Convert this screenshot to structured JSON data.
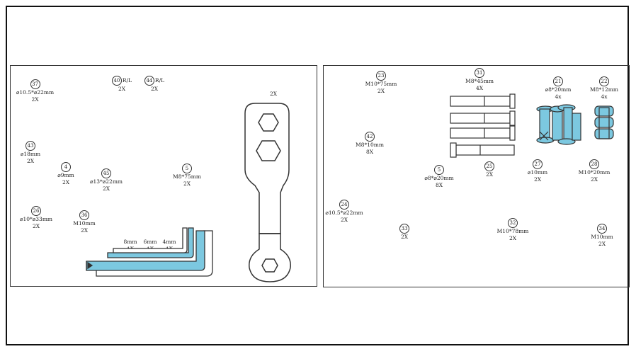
{
  "colors": {
    "highlight": "#7cc8e0",
    "line": "#333333"
  },
  "left_panel": {
    "parts": [
      {
        "id": "37",
        "spec": "⌀10.5*⌀22mm",
        "qty": "2X"
      },
      {
        "id": "40",
        "suffix": "R/L",
        "qty": "2X"
      },
      {
        "id": "44",
        "suffix": "R/L",
        "qty": "2X"
      },
      {
        "id": "43",
        "spec": "⌀18mm",
        "qty": "2X"
      },
      {
        "id": "4",
        "spec": "⌀9mm",
        "qty": "2X"
      },
      {
        "id": "45",
        "spec": "⌀13*⌀22mm",
        "qty": "2X"
      },
      {
        "id": "5",
        "spec": "M8*75mm",
        "qty": "2X"
      },
      {
        "id": "26",
        "spec": "⌀10*⌀33mm",
        "qty": "2X"
      },
      {
        "id": "36",
        "spec": "M10mm",
        "qty": "2X"
      }
    ],
    "wrench_qty": "2X",
    "hex_keys": [
      {
        "size": "8mm",
        "qty": "1X"
      },
      {
        "size": "6mm",
        "qty": "1X"
      },
      {
        "size": "4mm",
        "qty": "1X"
      }
    ]
  },
  "right_panel": {
    "parts": [
      {
        "id": "23",
        "spec": "M10*75mm",
        "qty": "2X"
      },
      {
        "id": "31",
        "spec": "M8*45mm",
        "qty": "4X"
      },
      {
        "id": "21",
        "spec": "⌀8*20mm",
        "qty": "4x"
      },
      {
        "id": "22",
        "spec": "M8*12mm",
        "qty": "4x"
      },
      {
        "id": "42",
        "spec": "M8*10mm",
        "qty": "8X"
      },
      {
        "id": "5",
        "spec": "⌀8*⌀20mm",
        "qty": "8X"
      },
      {
        "id": "25",
        "qty": "2X"
      },
      {
        "id": "27",
        "spec": "⌀10mm",
        "qty": "2X"
      },
      {
        "id": "28",
        "spec": "M10*20mm",
        "qty": "2X"
      },
      {
        "id": "24",
        "spec": "⌀10.5*⌀22mm",
        "qty": "2X"
      },
      {
        "id": "33",
        "qty": "2X"
      },
      {
        "id": "32",
        "spec": "M10*78mm",
        "qty": "2X"
      },
      {
        "id": "34",
        "spec": "M10mm",
        "qty": "2X"
      }
    ]
  }
}
